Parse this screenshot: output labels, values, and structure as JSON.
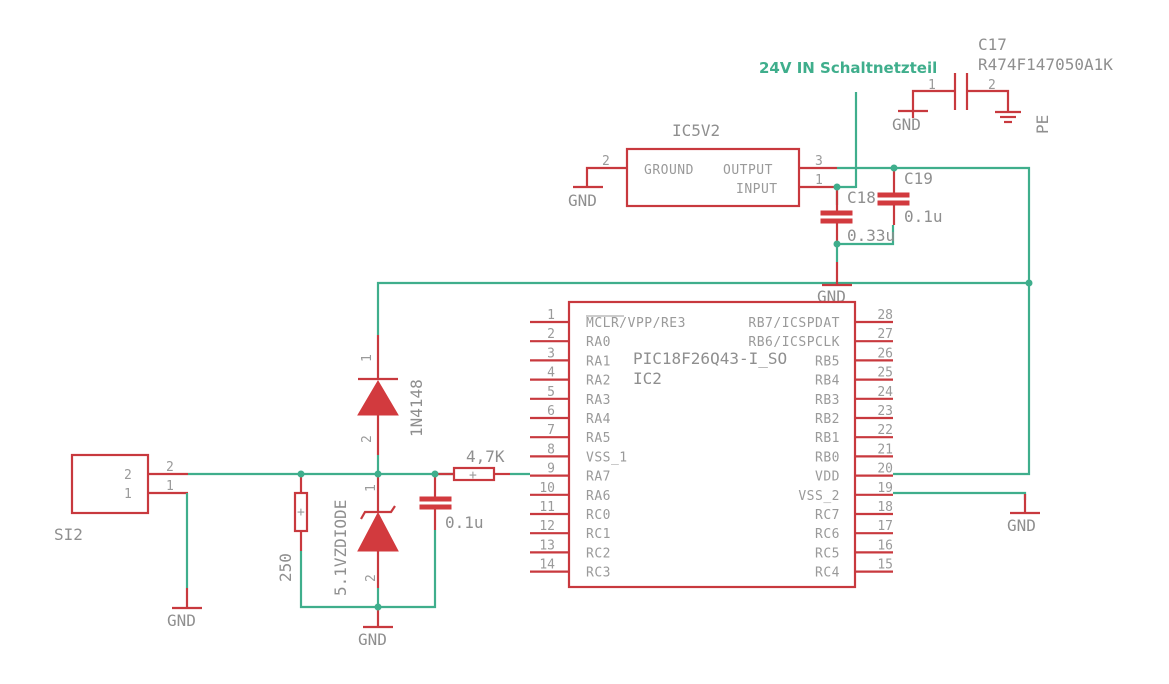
{
  "colors": {
    "wire": "#3fae8c",
    "symbol": "#c8393e",
    "text": "#8f8f8f",
    "background": "#ffffff"
  },
  "net_label": "24V IN Schaltnetzteil",
  "c17": {
    "name": "C17",
    "value": "R474F147050A1K",
    "pin1": "1",
    "pin2": "2",
    "gnd": "GND",
    "pe": "PE"
  },
  "ic5v2": {
    "name": "IC5V2",
    "pin_ground": "GROUND",
    "pin_output": "OUTPUT",
    "pin_input": "INPUT",
    "pin2": "2",
    "pin3": "3",
    "pin1": "1",
    "gnd": "GND"
  },
  "c18": {
    "name": "C18",
    "value": "0.33u"
  },
  "c19": {
    "name": "C19",
    "value": "0.1u"
  },
  "gnd_top": "GND",
  "ic2": {
    "name": "IC2",
    "part": "PIC18F26Q43-I_SO",
    "left_pins": [
      {
        "num": "1",
        "name": "MCLR/VPP/RE3"
      },
      {
        "num": "2",
        "name": "RA0"
      },
      {
        "num": "3",
        "name": "RA1"
      },
      {
        "num": "4",
        "name": "RA2"
      },
      {
        "num": "5",
        "name": "RA3"
      },
      {
        "num": "6",
        "name": "RA4"
      },
      {
        "num": "7",
        "name": "RA5"
      },
      {
        "num": "8",
        "name": "VSS_1"
      },
      {
        "num": "9",
        "name": "RA7"
      },
      {
        "num": "10",
        "name": "RA6"
      },
      {
        "num": "11",
        "name": "RC0"
      },
      {
        "num": "12",
        "name": "RC1"
      },
      {
        "num": "13",
        "name": "RC2"
      },
      {
        "num": "14",
        "name": "RC3"
      }
    ],
    "right_pins": [
      {
        "num": "28",
        "name": "RB7/ICSPDAT"
      },
      {
        "num": "27",
        "name": "RB6/ICSPCLK"
      },
      {
        "num": "26",
        "name": "RB5"
      },
      {
        "num": "25",
        "name": "RB4"
      },
      {
        "num": "24",
        "name": "RB3"
      },
      {
        "num": "23",
        "name": "RB2"
      },
      {
        "num": "22",
        "name": "RB1"
      },
      {
        "num": "21",
        "name": "RB0"
      },
      {
        "num": "20",
        "name": "VDD"
      },
      {
        "num": "19",
        "name": "VSS_2"
      },
      {
        "num": "18",
        "name": "RC7"
      },
      {
        "num": "17",
        "name": "RC6"
      },
      {
        "num": "16",
        "name": "RC5"
      },
      {
        "num": "15",
        "name": "RC4"
      }
    ]
  },
  "gnd_right": "GND",
  "d_1n4148": {
    "name": "1N4148",
    "pin1": "1",
    "pin2": "2"
  },
  "zener": {
    "name": "5.1VZDIODE",
    "pin1": "1",
    "pin2": "2"
  },
  "r_4k7": {
    "value": "4,7K"
  },
  "r_250": {
    "value": "250"
  },
  "c_01u": {
    "value": "0.1u"
  },
  "si2": {
    "name": "SI2",
    "pin2": "2",
    "pin1": "1",
    "ext_pin2": "2",
    "ext_pin1": "1"
  },
  "gnd_si2": "GND",
  "gnd_bottom": "GND"
}
